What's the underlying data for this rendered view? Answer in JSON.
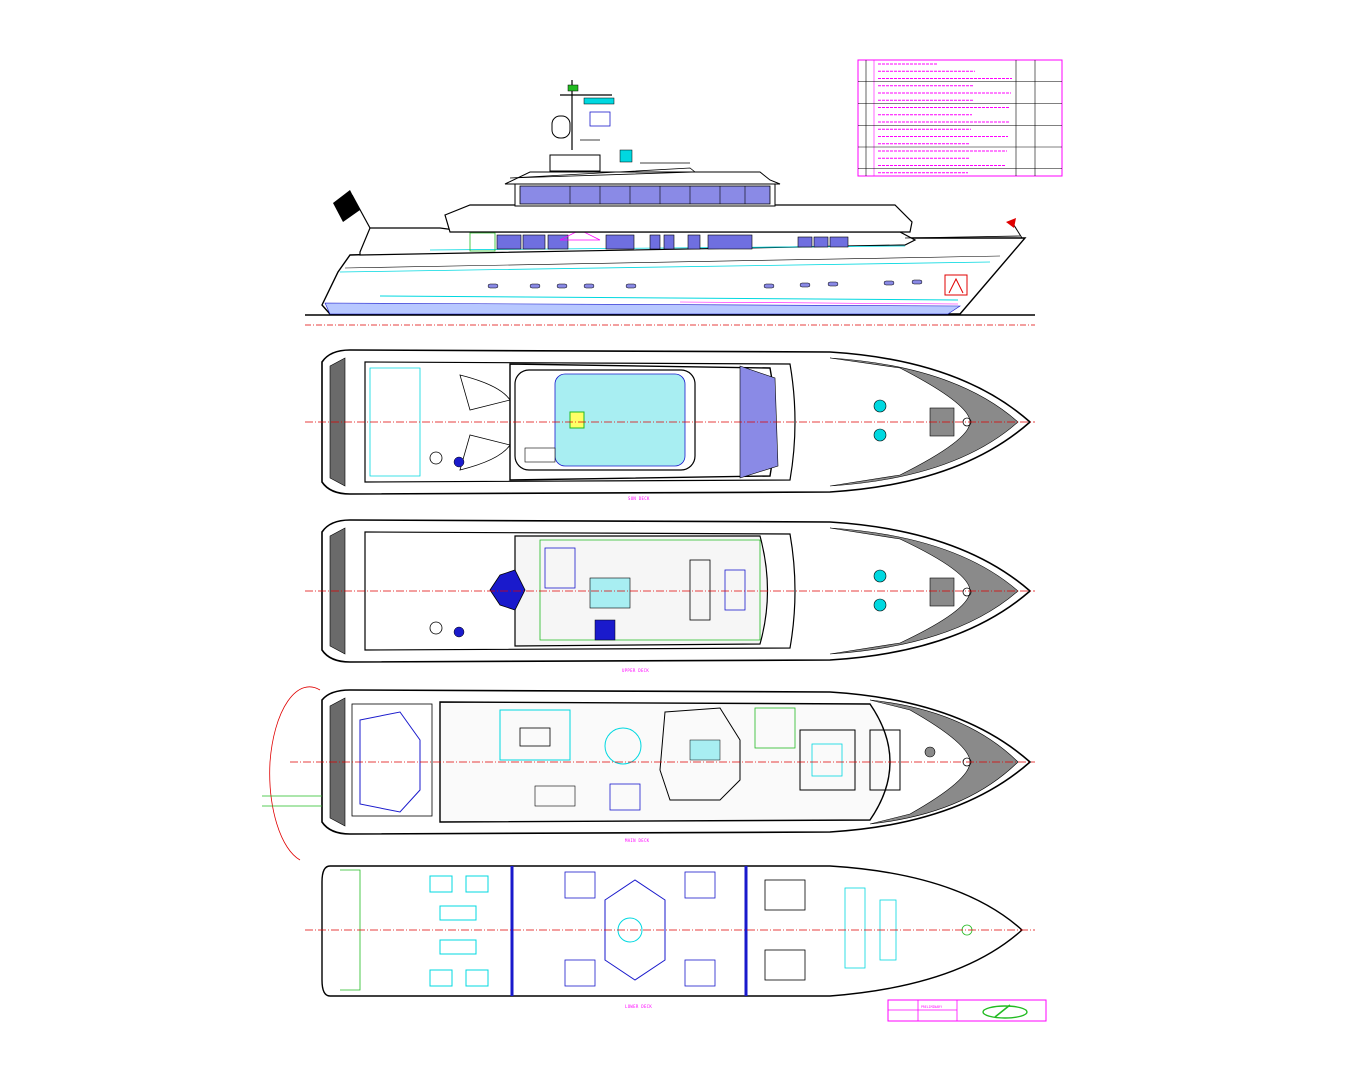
{
  "drawing": {
    "deck_labels": [
      "SUN DECK",
      "UPPER DECK",
      "MAIN DECK",
      "LOWER DECK"
    ],
    "colors": {
      "outline": "#000000",
      "centerline": "#e00000",
      "cyan": "#00d8e0",
      "magenta": "#ff00ff",
      "blue": "#1a1acc",
      "green": "#22bb22",
      "window": "#8a8ae6",
      "teak": "#6a6a6a"
    }
  },
  "title_block": {
    "logo": "designer-logo",
    "status": "PRELIMINARY"
  },
  "revision_table": {
    "rows": 16
  }
}
